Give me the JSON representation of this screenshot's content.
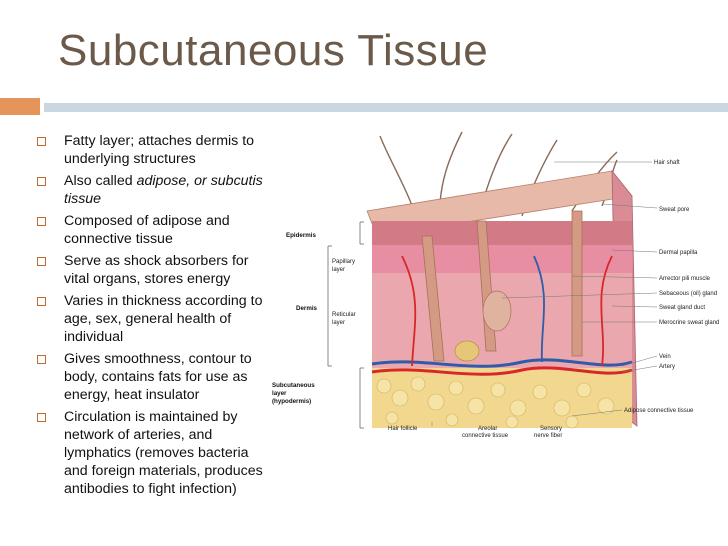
{
  "slide": {
    "title": "Subcutaneous Tissue",
    "bullets": [
      {
        "text": "Fatty layer; attaches dermis to underlying structures"
      },
      {
        "prefix": "Also called ",
        "italic": "adipose, or subcutis tissue"
      },
      {
        "text": "Composed of adipose and connective tissue"
      },
      {
        "text": "Serve as shock absorbers for vital organs, stores energy"
      },
      {
        "text": "Varies in thickness according to age, sex, general health of individual"
      },
      {
        "text": "Gives smoothness, contour to body, contains fats for use as energy, heat insulator"
      },
      {
        "text": "Circulation is maintained by network of arteries, and lymphatics (removes bacteria and foreign materials, produces antibodies to fight infection)"
      }
    ]
  },
  "figure": {
    "labels": {
      "epidermis": "Epidermis",
      "dermis": "Dermis",
      "papillary": "Papillary\nlayer",
      "reticular": "Reticular\nlayer",
      "subcutaneous": "Subcutaneous\nlayer\n(hypodermis)",
      "hair_shaft": "Hair shaft",
      "sweat_pore": "Sweat pore",
      "dermal_papilla": "Dermal papilla",
      "arrector": "Arrector pili muscle",
      "sebaceous": "Sebaceous (oil) gland",
      "sweat_duct": "Sweat gland duct",
      "merocrine": "Merocrine sweat gland",
      "vein": "Vein",
      "artery": "Artery",
      "adipose": "Adipose connective tissue",
      "hair_follicle": "Hair follicle",
      "areolar": "Areolar\nconnective tissue",
      "sensory": "Sensory\nnerve fiber"
    }
  },
  "colors": {
    "title": "#6b5a4a",
    "accent_orange": "#e5945a",
    "accent_blue": "#c8d7e2",
    "bullet_box": "#c26a2e",
    "skin": "#e9a3a8",
    "epidermis": "#d2848c",
    "fat": "#f1d88e",
    "artery": "#d9262b",
    "vein": "#2e5ca8"
  }
}
